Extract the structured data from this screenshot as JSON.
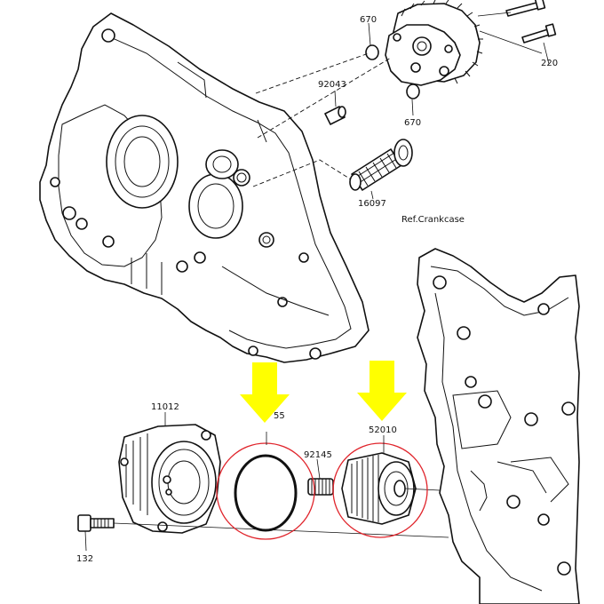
{
  "callouts": {
    "c670_top": "670",
    "c220": "220",
    "c92043": "92043",
    "c670_bottom": "670",
    "c16097": "16097",
    "ref_crankcase": "Ref.Crankcase",
    "c11012": "11012",
    "c_oring_partial": "55",
    "c92145": "92145",
    "c52010": "52010",
    "c132": "132"
  },
  "colors": {
    "highlight_arrow": "#ffff00",
    "highlight_circle": "#e0242b",
    "line": "#111111"
  },
  "icons": {
    "arrow_left": "down-arrow-icon",
    "arrow_right": "down-arrow-icon"
  }
}
